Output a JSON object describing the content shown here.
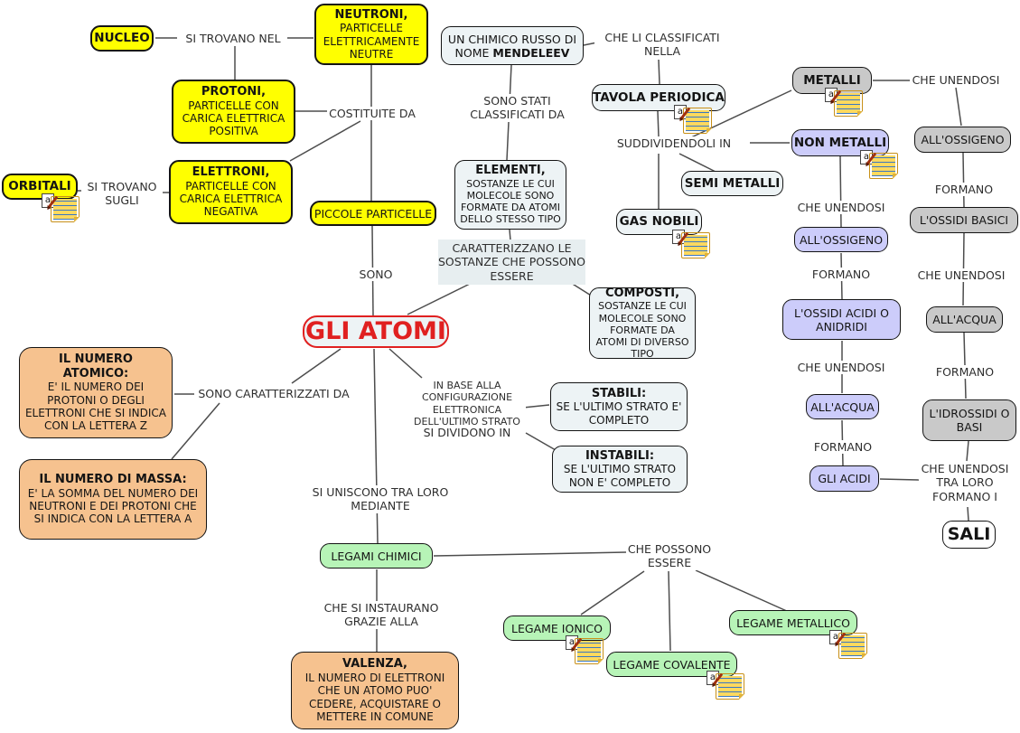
{
  "title": "GLI ATOMI",
  "colors": {
    "yellow": "#ffff00",
    "orange": "#f6c28f",
    "green": "#b7f4b7",
    "lavender": "#ccccfa",
    "gray": "#c9c9c9",
    "light_box": "#edf3f5",
    "accent_red": "#e02020"
  },
  "icons": {
    "attachment_label": "a"
  },
  "nodes": {
    "nucleo": {
      "text": "NUCLEO"
    },
    "neutroni": {
      "title": "NEUTRONI,",
      "body": "PARTICELLE ELETTRICAMENTE NEUTRE"
    },
    "protoni": {
      "title": "PROTONI,",
      "body": "PARTICELLE CON CARICA ELETTRICA POSITIVA"
    },
    "elettroni": {
      "title": "ELETTRONI,",
      "body": "PARTICELLE CON CARICA ELETTRICA NEGATIVA"
    },
    "orbitali": {
      "text": "ORBITALI"
    },
    "piccole_particelle": {
      "text": "PICCOLE PARTICELLE"
    },
    "chimico_russo": {
      "pre": "UN CHIMICO RUSSO DI NOME ",
      "bold": "MENDELEEV"
    },
    "tavola_periodica": {
      "text": "TAVOLA PERIODICA"
    },
    "metalli": {
      "text": "METALLI"
    },
    "non_metalli": {
      "text": "NON METALLI"
    },
    "semi_metalli": {
      "text": "SEMI METALLI"
    },
    "gas_nobili": {
      "text": "GAS NOBILI"
    },
    "elementi": {
      "title": "ELEMENTI,",
      "body": "SOSTANZE LE CUI MOLECOLE SONO FORMATE DA ATOMI DELLO STESSO TIPO"
    },
    "composti": {
      "title": "COMPOSTI,",
      "body": "SOSTANZE LE CUI MOLECOLE SONO FORMATE DA ATOMI DI DIVERSO TIPO"
    },
    "gli_atomi": {
      "text": "GLI ATOMI"
    },
    "numero_atomico": {
      "title": "IL NUMERO ATOMICO:",
      "body": "E' IL NUMERO DEI PROTONI O DEGLI ELETTRONI CHE SI INDICA CON LA LETTERA Z"
    },
    "numero_massa": {
      "title": "IL NUMERO DI MASSA:",
      "body": "E' LA SOMMA DEL NUMERO DEI NEUTRONI E DEI PROTONI CHE SI INDICA CON LA LETTERA A"
    },
    "stabili": {
      "title": "STABILI:",
      "body": "SE L'ULTIMO STRATO E' COMPLETO"
    },
    "instabili": {
      "title": "INSTABILI:",
      "body": "SE L'ULTIMO STRATO NON E' COMPLETO"
    },
    "legami_chimici": {
      "text": "LEGAMI CHIMICI"
    },
    "legame_ionico": {
      "text": "LEGAME IONICO"
    },
    "legame_covalente": {
      "text": "LEGAME COVALENTE"
    },
    "legame_metallico": {
      "text": "LEGAME METALLICO"
    },
    "valenza": {
      "title": "VALENZA,",
      "body": "IL NUMERO DI ELETTRONI CHE UN ATOMO PUO' CEDERE, ACQUISTARE O METTERE IN COMUNE"
    },
    "all_ossigeno_nm": {
      "text": "ALL'OSSIGENO"
    },
    "ossidi_acidi": {
      "text": "L'OSSIDI ACIDI O ANIDRIDI"
    },
    "all_acqua_nm": {
      "text": "ALL'ACQUA"
    },
    "gli_acidi": {
      "text": "GLI ACIDI"
    },
    "all_ossigeno_m": {
      "text": "ALL'OSSIGENO"
    },
    "ossidi_basici": {
      "text": "L'OSSIDI BASICI"
    },
    "all_acqua_m": {
      "text": "ALL'ACQUA"
    },
    "idrossidi": {
      "text": "L'IDROSSIDI O BASI"
    },
    "sali": {
      "text": "SALI"
    }
  },
  "labels": {
    "si_trovano_nel": "SI TROVANO NEL",
    "costituite_da": "COSTITUITE DA",
    "si_trovano_sugli": "SI TROVANO SUGLI",
    "sono_stati": "SONO STATI CLASSIFICATI DA",
    "che_li_classificati": "CHE LI CLASSIFICATI NELLA",
    "suddividendoli": "SUDDIVIDENDOLI IN",
    "sono": "SONO",
    "caratterizzano": "CARATTERIZZANO LE SOSTANZE CHE POSSONO ESSERE",
    "sono_caratterizzati": "SONO CARATTERIZZATI DA",
    "in_base": "IN BASE ALLA CONFIGURAZIONE ELETTRONICA DELL'ULTIMO STRATO",
    "si_dividono": "SI DIVIDONO IN",
    "si_uniscono": "SI UNISCONO TRA LORO MEDIANTE",
    "che_si_instaurano": "CHE SI INSTAURANO GRAZIE ALLA",
    "che_possono": "CHE POSSONO ESSERE",
    "che_unendosi_m": "CHE UNENDOSI",
    "formano_m1": "FORMANO",
    "che_unendosi_m2": "CHE UNENDOSI",
    "formano_m2": "FORMANO",
    "che_unendosi_nm1": "CHE UNENDOSI",
    "formano_nm1": "FORMANO",
    "che_unendosi_nm2": "CHE UNENDOSI",
    "formano_nm2": "FORMANO",
    "che_unendosi_tra_loro": "CHE UNENDOSI TRA LORO FORMANO I"
  }
}
